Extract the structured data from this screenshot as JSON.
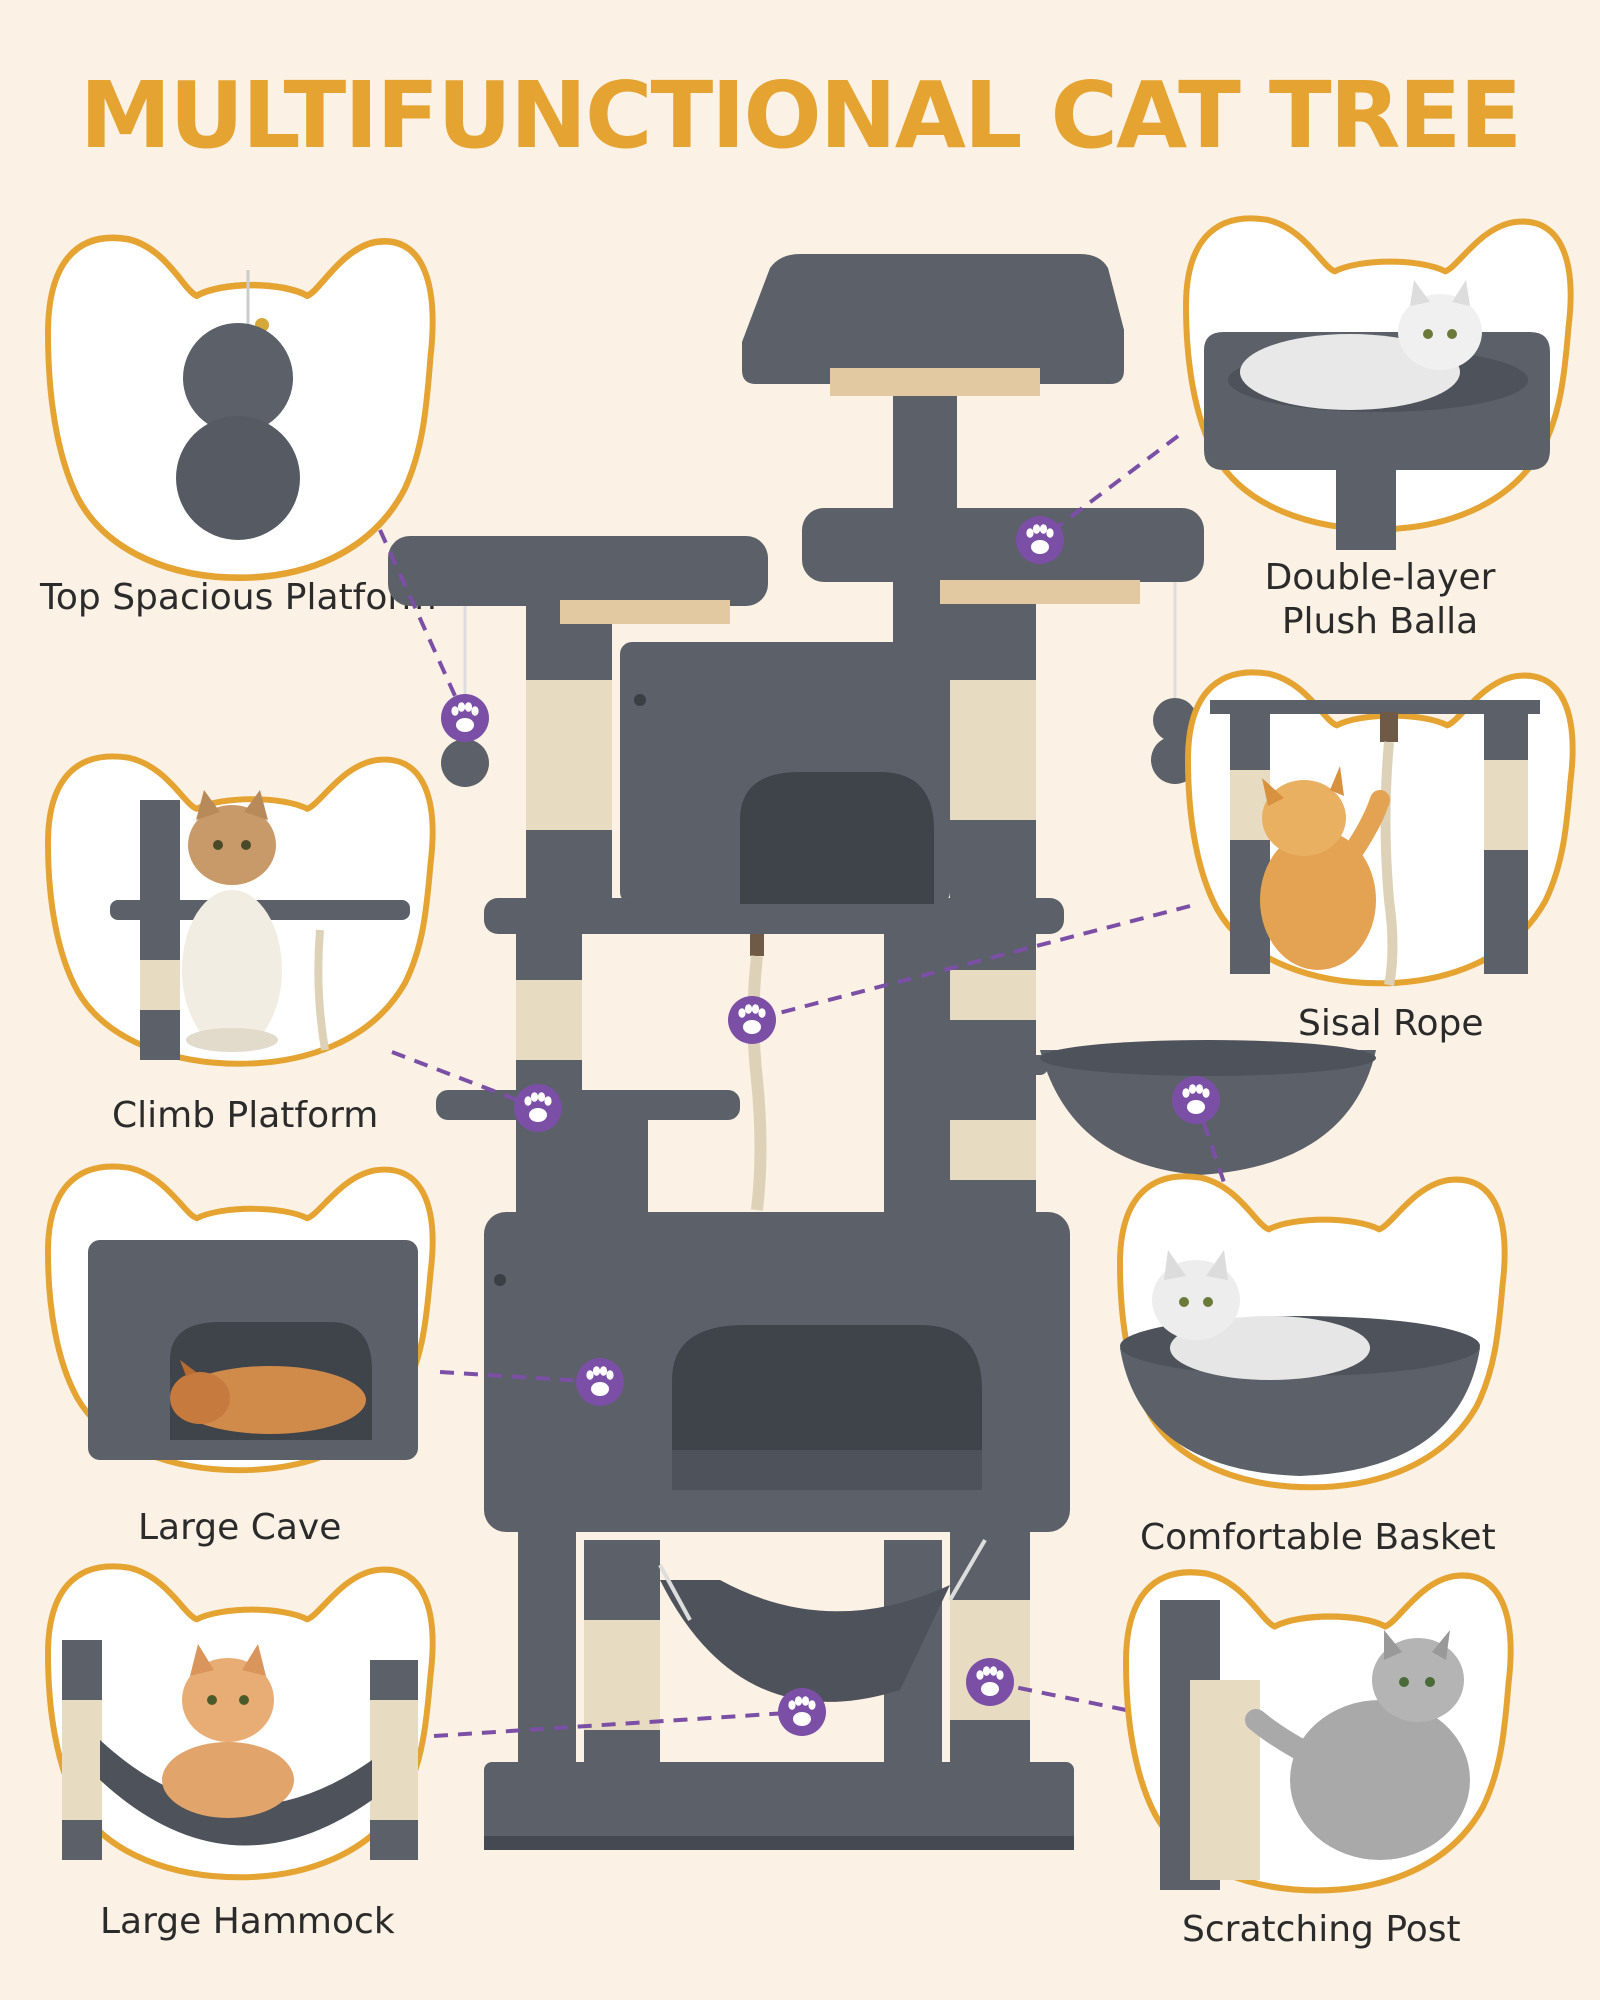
{
  "title": "MULTIFUNCTIONAL CAT TREE",
  "colors": {
    "background": "#fbf1e4",
    "title": "#e5a332",
    "frame": "#e5a332",
    "plush": "#5b6069",
    "plush_dark": "#454a52",
    "sisal": "#e7dcc2",
    "paw": "#7c4fa6",
    "connector": "#7c4fa6"
  },
  "features": [
    {
      "label": "Top Spacious Platform",
      "icon": "plush-ball-icon",
      "kind": "ball"
    },
    {
      "label": "Climb Platform",
      "icon": "cat-sitting-icon",
      "kind": "platform"
    },
    {
      "label": "Large Cave",
      "icon": "cat-sleeping-icon",
      "kind": "cave"
    },
    {
      "label": "Large Hammock",
      "icon": "cat-hammock-icon",
      "kind": "hammock"
    },
    {
      "label_lines": [
        "Double-layer",
        "Plush Balla"
      ],
      "icon": "cat-lying-icon",
      "kind": "perch"
    },
    {
      "label": "Sisal Rope",
      "icon": "kitten-rope-icon",
      "kind": "rope"
    },
    {
      "label": "Comfortable Basket",
      "icon": "cat-basket-icon",
      "kind": "basket"
    },
    {
      "label": "Scratching Post",
      "icon": "cat-scratching-icon",
      "kind": "post"
    }
  ]
}
